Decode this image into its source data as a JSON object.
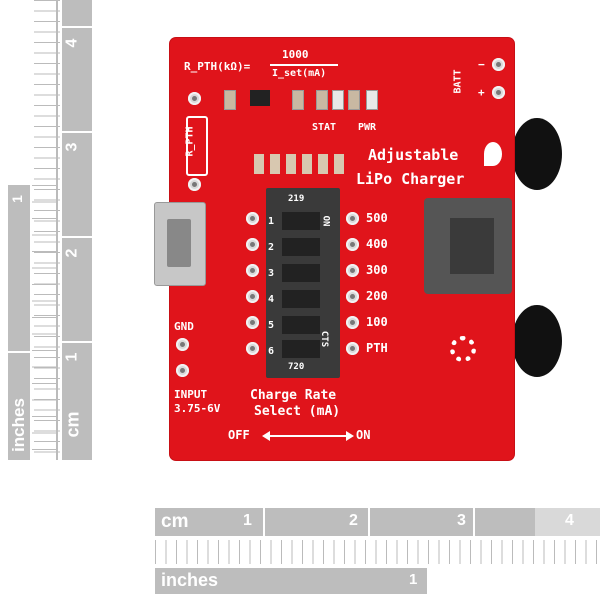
{
  "rulers": {
    "top_right_vertical": {
      "numbers": [
        "4",
        "3",
        "2",
        "1"
      ],
      "unit_label": "cm"
    },
    "left_vertical": {
      "numbers": [
        "1"
      ],
      "unit_label": "inches"
    },
    "bottom_cm": {
      "unit_label": "cm",
      "numbers": [
        "1",
        "2",
        "3",
        "4"
      ]
    },
    "bottom_inches": {
      "unit_label": "inches",
      "numbers": [
        "1"
      ]
    }
  },
  "board": {
    "formula_lhs": "R_PTH(kΩ)=",
    "formula_num": "1000",
    "formula_den": "I_set(mA)",
    "stat_label": "STAT",
    "pwr_label": "PWR",
    "batt_label": "BATT",
    "batt_minus": "−",
    "batt_plus": "+",
    "rpth_label": "R_PTH",
    "title_line1": "Adjustable",
    "title_line2": "LiPo Charger",
    "dip_code_top": "219",
    "dip_code_bottom": "720",
    "dip_on": "ON",
    "dip_cts": "CTS",
    "dip_numbers": [
      "1",
      "2",
      "3",
      "4",
      "5",
      "6"
    ],
    "rates": [
      "500",
      "400",
      "300",
      "200",
      "100",
      "PTH"
    ],
    "gnd_label": "GND",
    "input_label": "INPUT",
    "input_voltage": "3.75-6V",
    "caption_line1": "Charge Rate",
    "caption_line2": "Select (mA)",
    "off_label": "OFF",
    "on_label": "ON",
    "colors": {
      "pcb": "#e0141b",
      "silk": "#ffffff",
      "dip": "#3a3a3a",
      "connector": "#555555"
    }
  }
}
